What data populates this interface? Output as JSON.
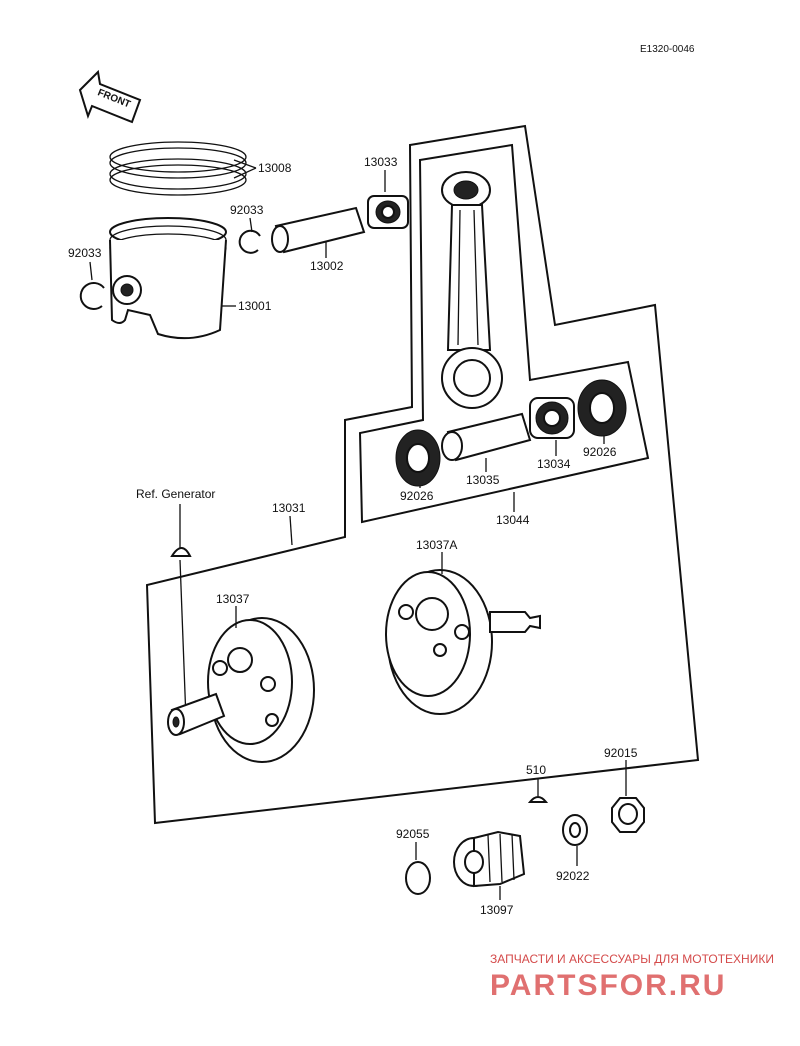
{
  "diagram": {
    "code": "E1320-0046",
    "front_label": "FRONT",
    "ref_generator": "Ref. Generator",
    "parts": {
      "p13008": "13008",
      "p13033": "13033",
      "p92033a": "92033",
      "p92033b": "92033",
      "p13002": "13002",
      "p13001": "13001",
      "p92026a": "92026",
      "p92026b": "92026",
      "p13034": "13034",
      "p13035": "13035",
      "p13044": "13044",
      "p13031": "13031",
      "p13037a": "13037A",
      "p13037": "13037",
      "p510": "510",
      "p92015": "92015",
      "p92055": "92055",
      "p92022": "92022",
      "p13097": "13097"
    }
  },
  "watermark": {
    "subtitle": "ЗАПЧАСТИ И АКСЕССУАРЫ ДЛЯ МОТОТЕХНИКИ",
    "brand": "PARTSFOR.RU"
  }
}
